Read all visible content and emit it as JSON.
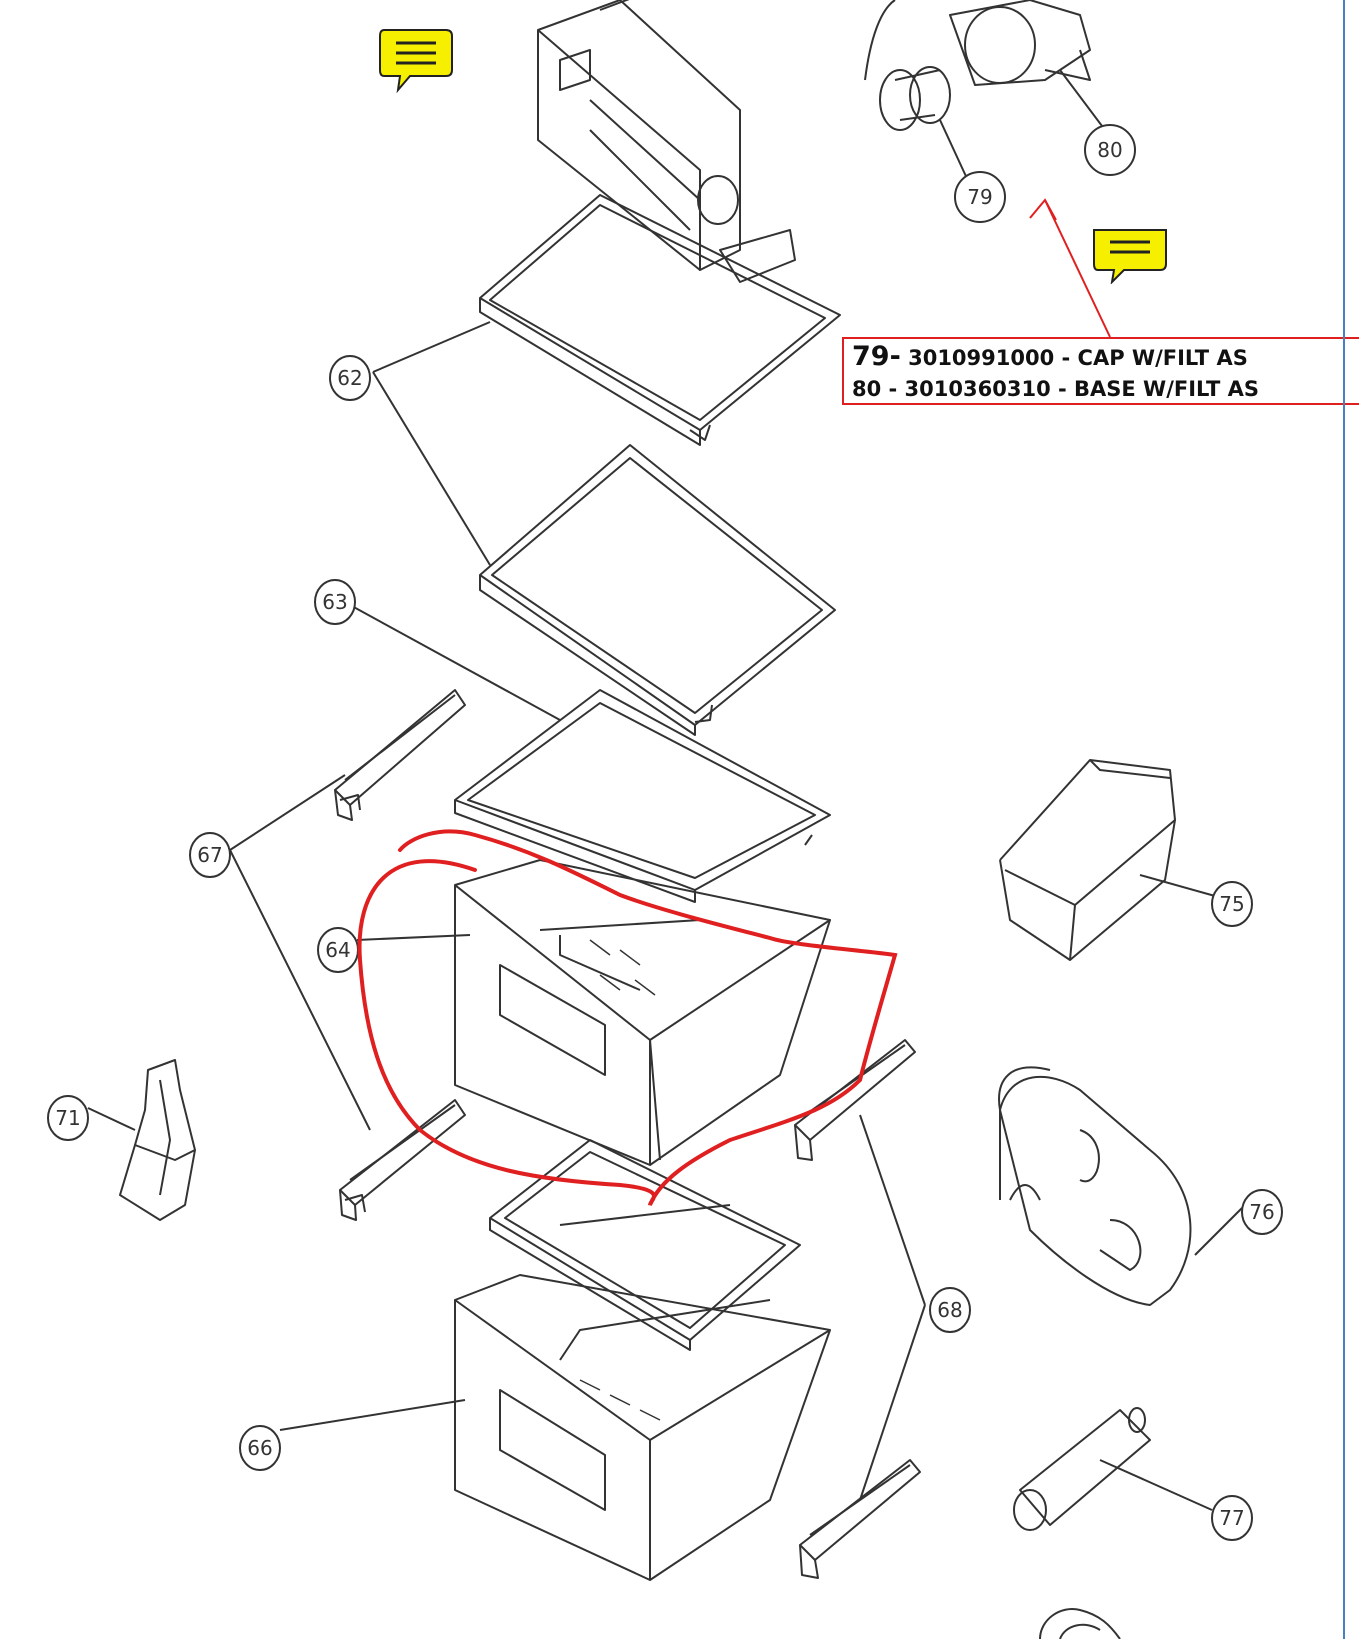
{
  "callout": {
    "line1_num": "79-",
    "line1_text": " 3010991000 - CAP W/FILT AS",
    "line2": "80 - 3010360310 - BASE W/FILT AS"
  },
  "part_labels": {
    "p62": "62",
    "p63": "63",
    "p64": "64",
    "p66": "66",
    "p67": "67",
    "p68": "68",
    "p71": "71",
    "p75": "75",
    "p76": "76",
    "p77": "77",
    "p79": "79",
    "p80": "80"
  },
  "icons": {
    "note_icon_1": "comment-note-icon",
    "note_icon_2": "comment-note-icon"
  },
  "colors": {
    "annotation_red": "#e02020",
    "note_yellow": "#f6f000",
    "line_art": "#333333",
    "edge_blue": "#4a7fc1"
  }
}
